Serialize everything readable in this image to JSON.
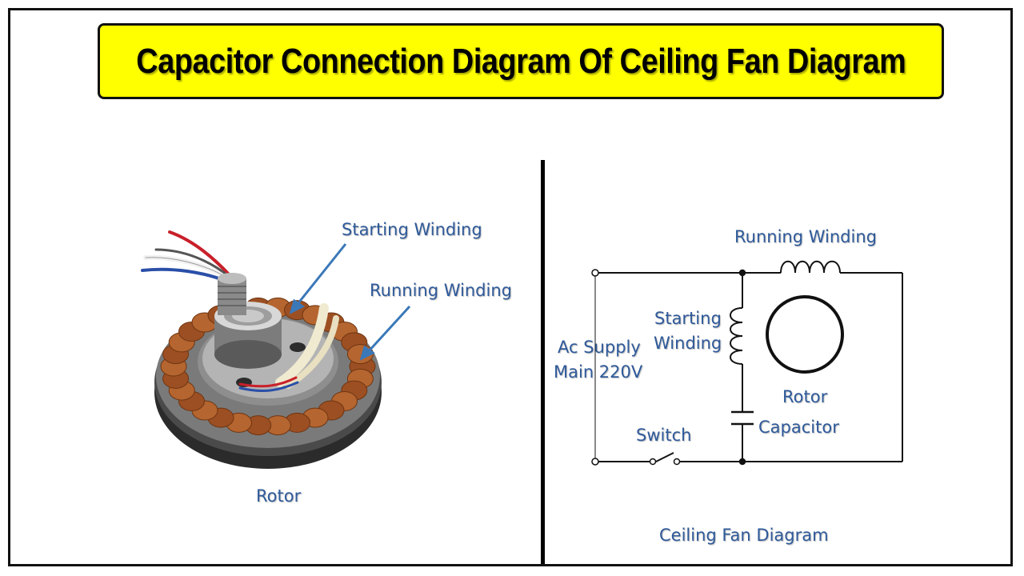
{
  "title": "Capacitor Connection Diagram Of Ceiling Fan Diagram",
  "colors": {
    "banner_bg": "#ffff00",
    "label_text": "#2f5a9a",
    "pointer_arrow": "#3a78b8",
    "copper": "#b5652f",
    "wire": "#111111"
  },
  "photo": {
    "labels": {
      "starting_winding": "Starting Winding",
      "running_winding": "Running Winding",
      "rotor": "Rotor"
    }
  },
  "circuit": {
    "labels": {
      "running_winding": "Running Winding",
      "starting_winding_line1": "Starting",
      "starting_winding_line2": "Winding",
      "ac_supply_line1": "Ac Supply",
      "ac_supply_line2": "Main 220V",
      "rotor": "Rotor",
      "capacitor": "Capacitor",
      "switch": "Switch",
      "caption": "Ceiling Fan Diagram"
    }
  }
}
